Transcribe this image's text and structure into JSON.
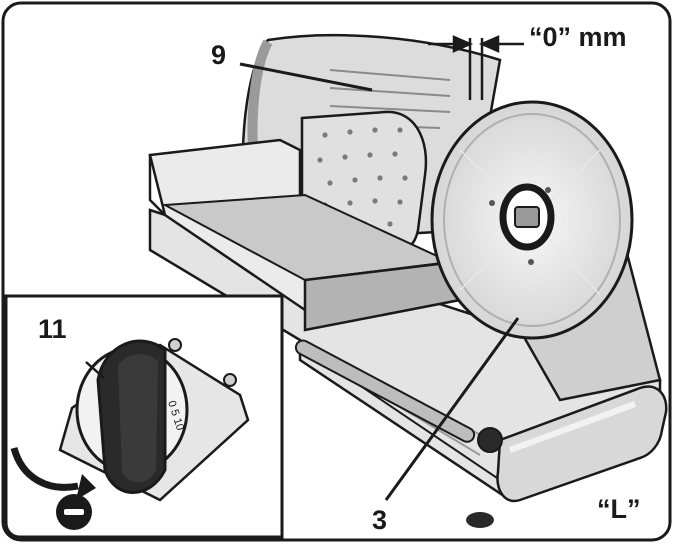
{
  "callouts": {
    "blade_guard": "9",
    "thickness_setting": "“0” mm",
    "knob": "11",
    "blade": "3",
    "position_marker": "“L”"
  },
  "inset": {
    "dial_marks": "0 5 10",
    "direction_symbol": "minus-icon"
  },
  "colors": {
    "outline": "#1a1a1a",
    "body_shade": "#d8d8d8",
    "light_shade": "#eeeeee",
    "background": "#ffffff"
  }
}
